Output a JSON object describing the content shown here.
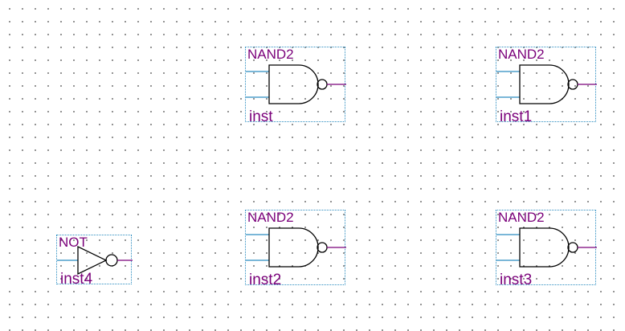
{
  "symbols": [
    {
      "type": "NAND2",
      "instance": "inst"
    },
    {
      "type": "NAND2",
      "instance": "inst1"
    },
    {
      "type": "NOT",
      "instance": "inst4"
    },
    {
      "type": "NAND2",
      "instance": "inst2"
    },
    {
      "type": "NAND2",
      "instance": "inst3"
    }
  ],
  "colors": {
    "label": "#7a007a",
    "input_pin": "#2a8cc0",
    "output_pin": "#7a007a",
    "gate_body": "#000000",
    "frame": "#2a8cc0"
  }
}
